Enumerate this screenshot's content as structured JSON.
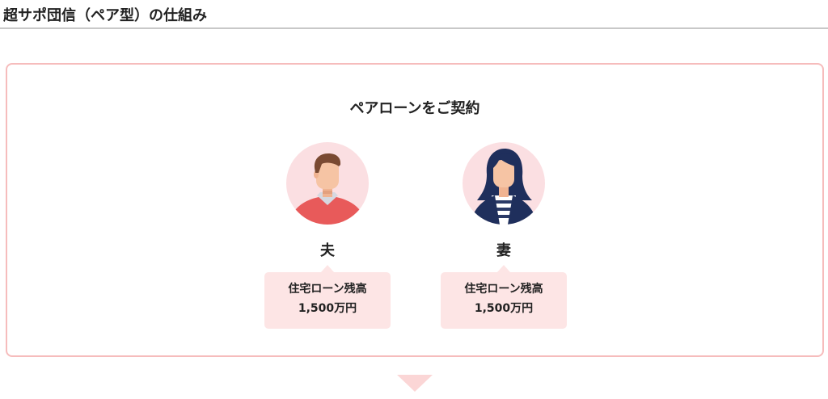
{
  "header": {
    "title": "超サポ団信（ペア型）の仕組み"
  },
  "panel": {
    "title": "ペアローンをご契約"
  },
  "persons": [
    {
      "label": "夫",
      "icon": "husband-avatar-icon",
      "loan_label": "住宅ローン残高",
      "loan_amount": "1,500万円"
    },
    {
      "label": "妻",
      "icon": "wife-avatar-icon",
      "loan_label": "住宅ローン残高",
      "loan_amount": "1,500万円"
    }
  ],
  "colors": {
    "panel_border": "#f6bcbc",
    "box_background": "#fde5e5",
    "avatar_background": "#fbdfe2",
    "husband_shirt": "#e85a5a",
    "wife_jacket": "#1f2f5c",
    "arrow": "#fbd6d6"
  }
}
